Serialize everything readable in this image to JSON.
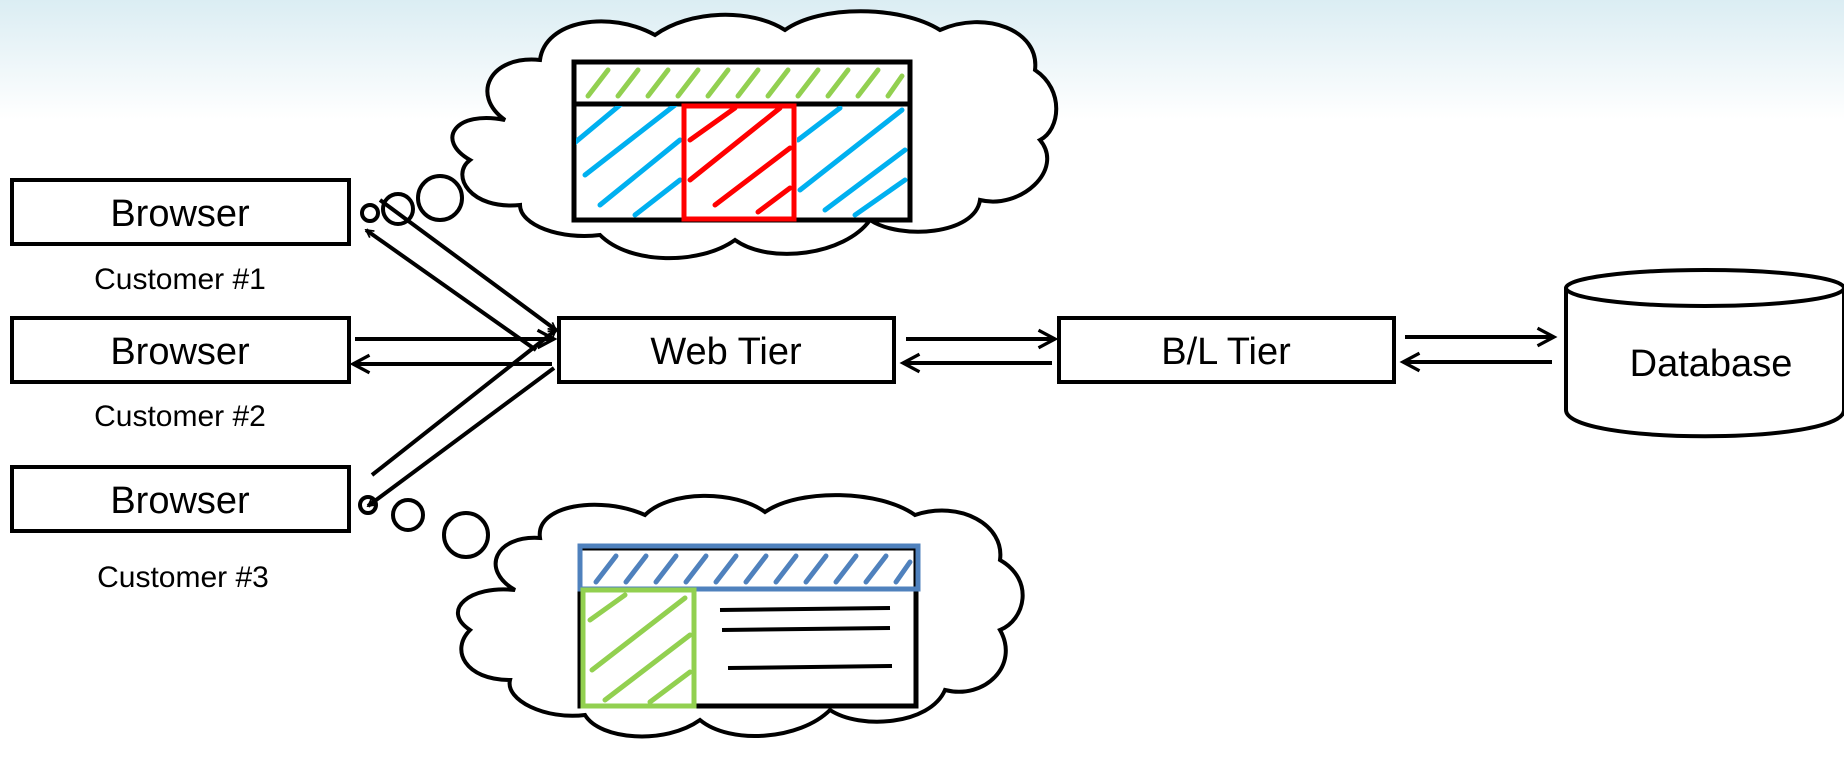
{
  "nodes": {
    "browser_1": {
      "label": "Browser",
      "caption": "Customer #1"
    },
    "browser_2": {
      "label": "Browser",
      "caption": "Customer #2"
    },
    "browser_3": {
      "label": "Browser",
      "caption": "Customer #3"
    },
    "web_tier": {
      "label": "Web Tier"
    },
    "bl_tier": {
      "label": "B/L Tier"
    },
    "database": {
      "label": "Database"
    }
  },
  "colors": {
    "background_top": "#e2eff4",
    "outline": "#000000",
    "hatch_green": "#92d050",
    "hatch_cyan": "#00b0f0",
    "hatch_red": "#ff0000",
    "hatch_blue": "#4f81bd"
  }
}
